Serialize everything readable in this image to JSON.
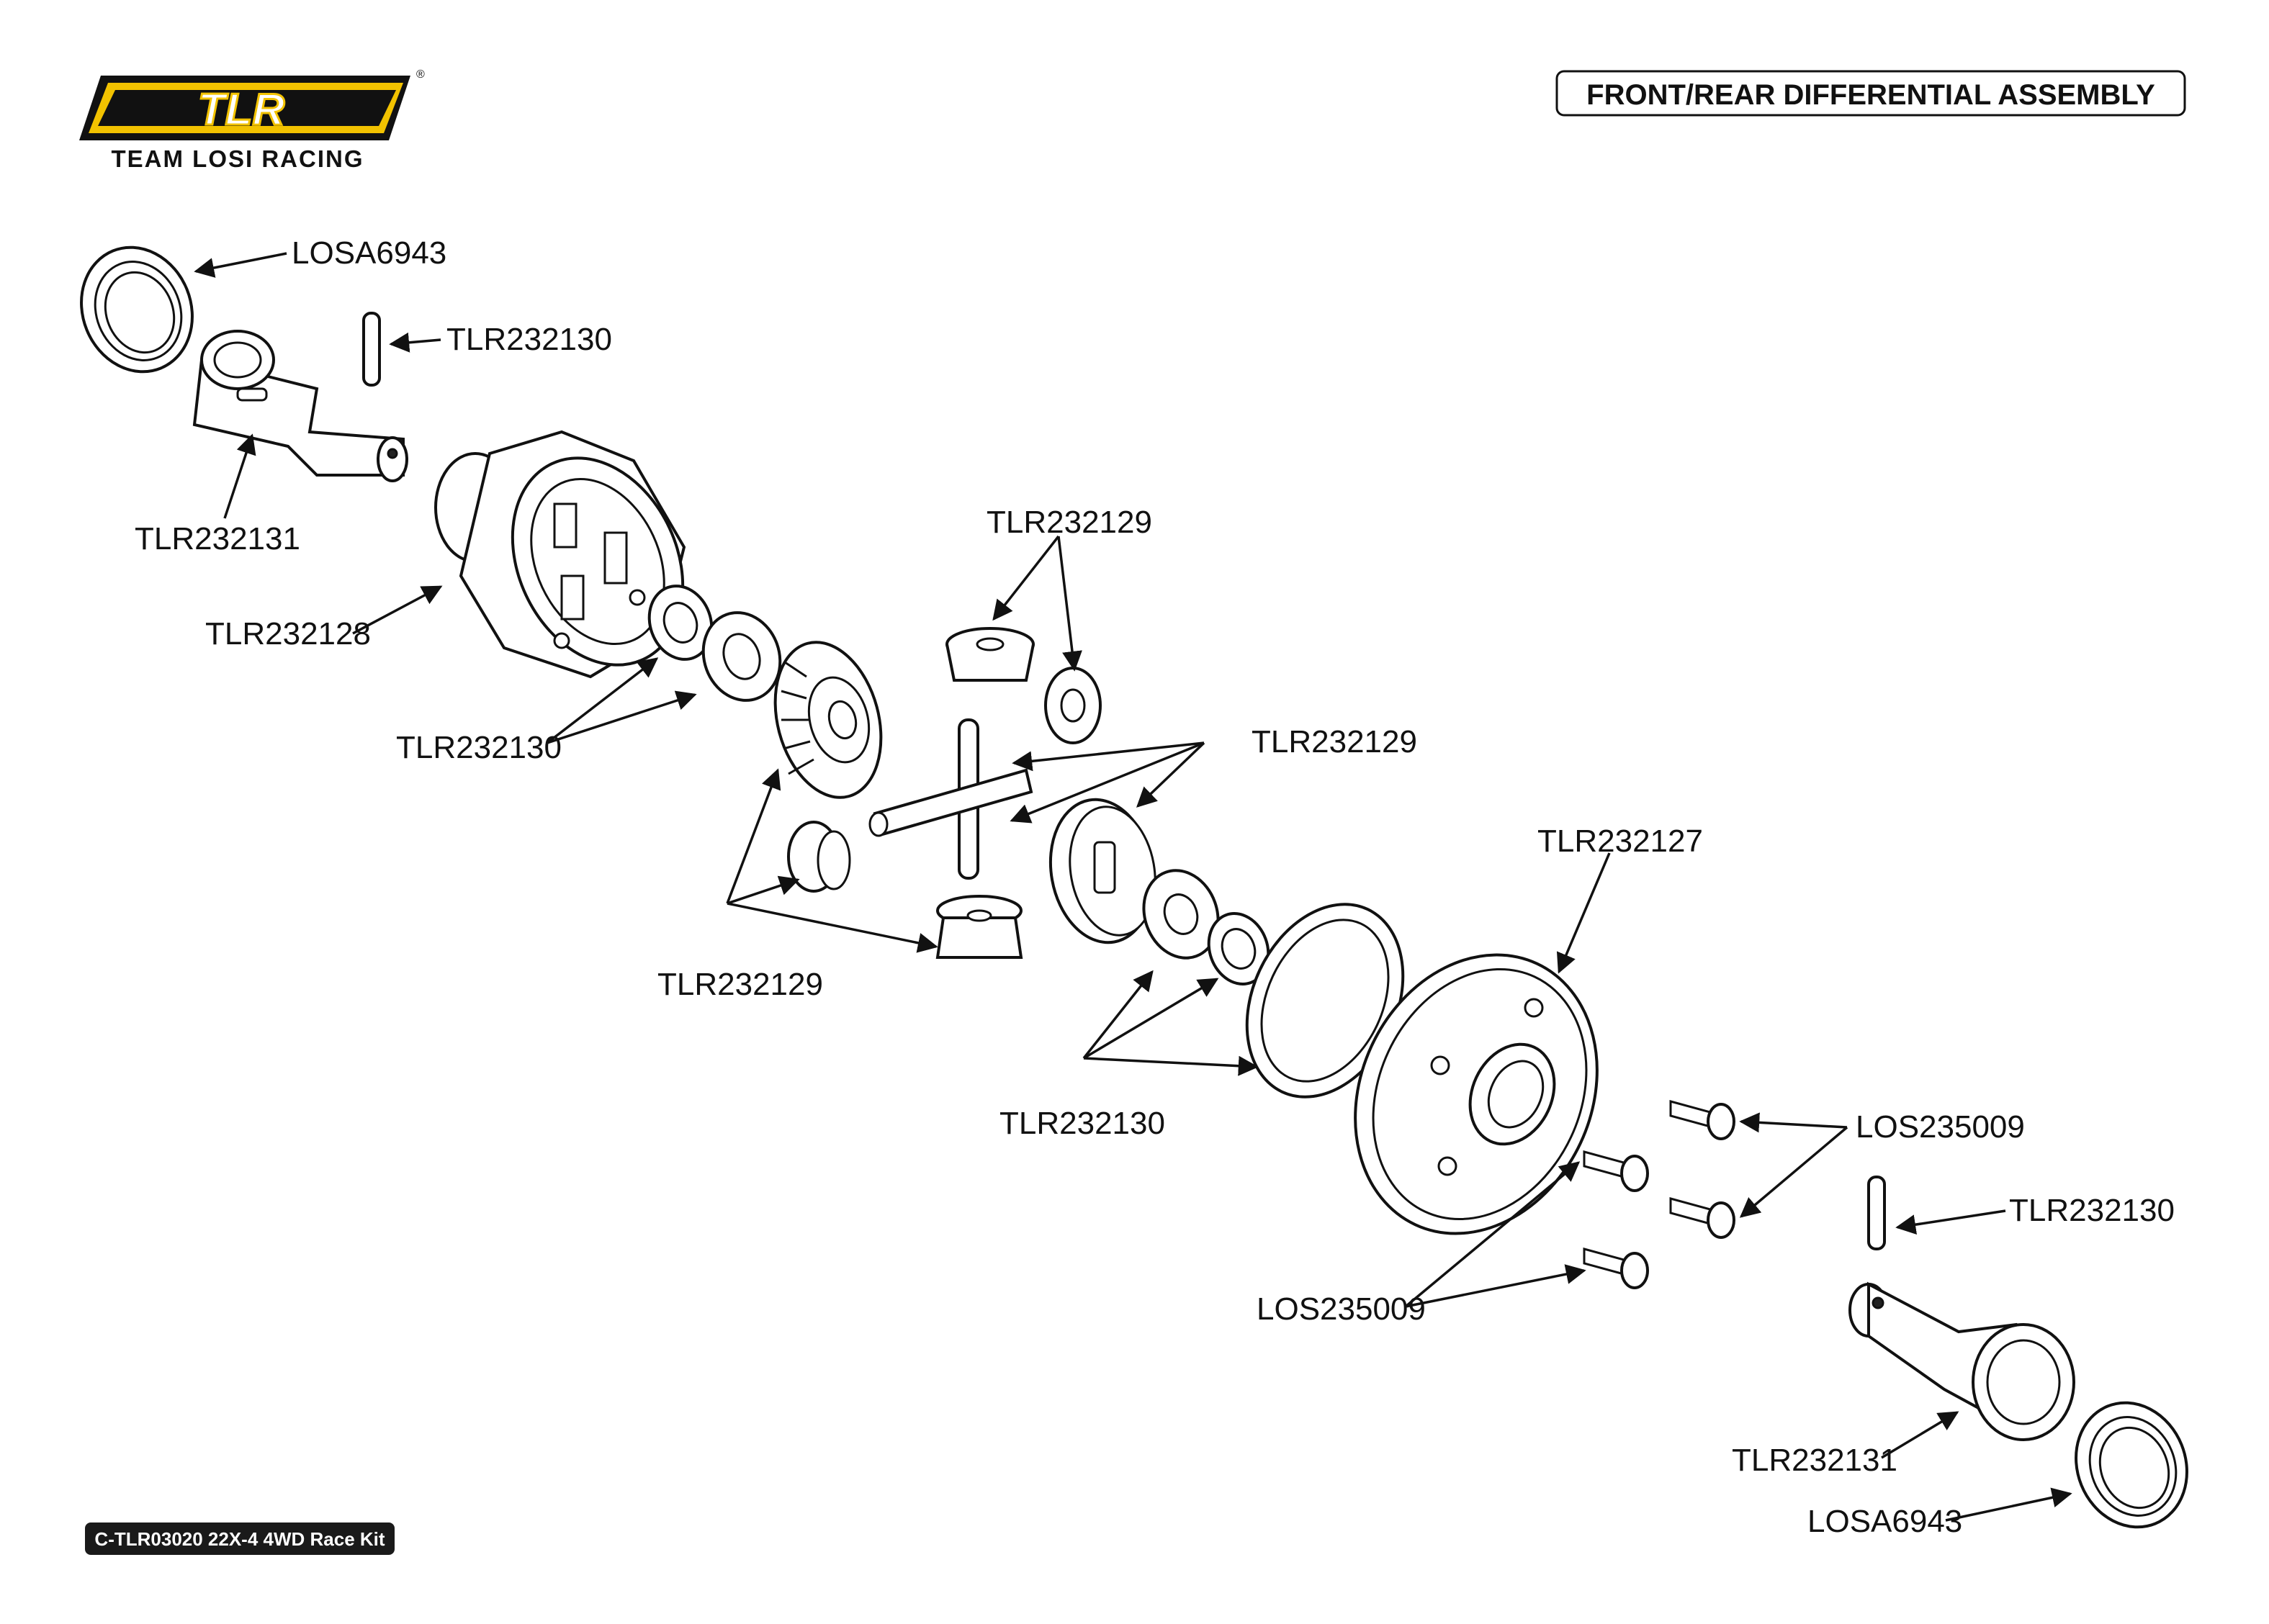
{
  "header": {
    "brand_logo": "TLR",
    "brand_name": "TEAM LOSI RACING",
    "registered_mark": "®",
    "title": "FRONT/REAR DIFFERENTIAL ASSEMBLY"
  },
  "footer": {
    "kit_label": "C-TLR03020 22X-4 4WD Race Kit"
  },
  "labels": {
    "bearing_top": "LOSA6943",
    "pin_top": "TLR232130",
    "outdrive_top": "TLR232131",
    "case": "TLR232128",
    "shims_left": "TLR232130",
    "gears_top": "TLR232129",
    "gears_right": "TLR232129",
    "gears_bottom": "TLR232129",
    "ring_gear": "TLR232127",
    "shims_bottom": "TLR232130",
    "screws_right": "LOS235009",
    "pin_bottom": "TLR232130",
    "screws_left": "LOS235009",
    "outdrive_bottom": "TLR232131",
    "bearing_bottom": "LOSA6943"
  },
  "colors": {
    "ink": "#111111",
    "logo_gold": "#f2c200",
    "logo_black": "#111111",
    "footer_bg": "#1a1a1a"
  }
}
